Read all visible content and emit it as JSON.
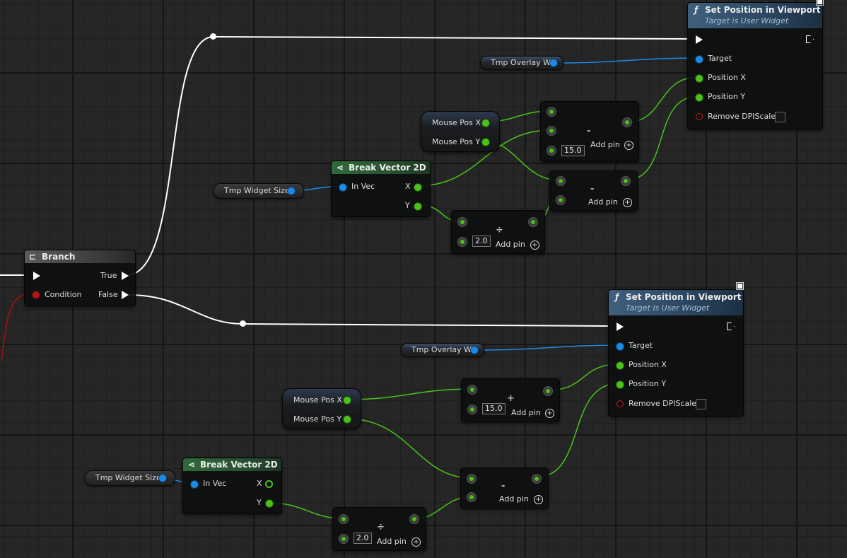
{
  "nodes": {
    "branch": {
      "title": "Branch",
      "true_label": "True",
      "false_label": "False",
      "condition_label": "Condition"
    },
    "set_pos_top": {
      "title": "Set Position in Viewport",
      "subtitle": "Target is User Widget",
      "target": "Target",
      "pos_x": "Position X",
      "pos_y": "Position Y",
      "remove_dpi": "Remove DPIScale"
    },
    "set_pos_bottom": {
      "title": "Set Position in Viewport",
      "subtitle": "Target is User Widget",
      "target": "Target",
      "pos_x": "Position X",
      "pos_y": "Position Y",
      "remove_dpi": "Remove DPIScale"
    },
    "tmp_overlay_top": {
      "label": "Tmp Overlay W"
    },
    "tmp_overlay_bottom": {
      "label": "Tmp Overlay W"
    },
    "mouse_pos_top": {
      "x_label": "Mouse Pos X",
      "y_label": "Mouse Pos Y"
    },
    "mouse_pos_bottom": {
      "x_label": "Mouse Pos X",
      "y_label": "Mouse Pos Y"
    },
    "tmp_widget_top": {
      "label": "Tmp Widget Size"
    },
    "tmp_widget_bottom": {
      "label": "Tmp Widget Size"
    },
    "break_top": {
      "title": "Break Vector 2D",
      "in_vec": "In Vec",
      "x": "X",
      "y": "Y"
    },
    "break_bottom": {
      "title": "Break Vector 2D",
      "in_vec": "In Vec",
      "x": "X",
      "y": "Y"
    },
    "sub_top_a": {
      "op": "-",
      "value": "15.0",
      "add_pin": "Add pin"
    },
    "sub_top_b": {
      "op": "-",
      "add_pin": "Add pin"
    },
    "div_top": {
      "op": "÷",
      "value": "2.0",
      "add_pin": "Add pin"
    },
    "add_bottom_a": {
      "op": "+",
      "value": "15.0",
      "add_pin": "Add pin"
    },
    "sub_bottom_b": {
      "op": "-",
      "add_pin": "Add pin"
    },
    "div_bottom": {
      "op": "÷",
      "value": "2.0",
      "add_pin": "Add pin"
    }
  },
  "icons": {
    "function": "ƒ",
    "flow": "branch-icon",
    "break": "break-icon",
    "add": "+",
    "viewport": "monitor-icon"
  },
  "colors": {
    "exec": "#ffffff",
    "float": "#49c21a",
    "object": "#1d8ae6",
    "bool": "#b01818"
  }
}
